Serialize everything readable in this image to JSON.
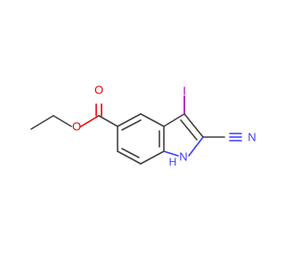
{
  "molecule": {
    "atoms": {
      "ester_oxygen_double": "O",
      "ester_oxygen_single": "O",
      "iodine": "I",
      "indole_nitrogen": "N",
      "indole_hydrogen": "H",
      "nitrile_nitrogen": "N"
    },
    "colors": {
      "bond": "#3f3f3f",
      "oxygen": "#e60000",
      "nitrogen": "#3a3aff",
      "iodine": "#9b00b3"
    }
  }
}
